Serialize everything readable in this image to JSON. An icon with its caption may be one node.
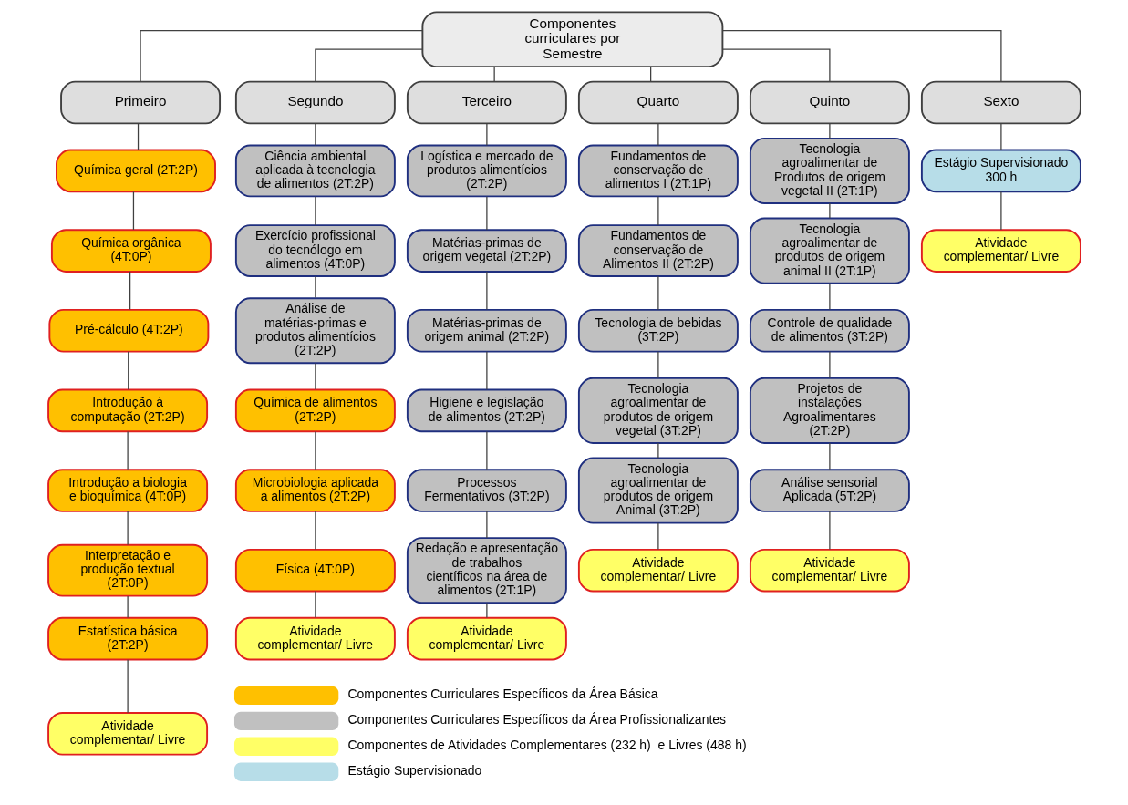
{
  "diagram": {
    "nodes": [
      {
        "text": [
          "Componentes curriculares por Semestre"
        ]
      },
      {
        "text": [
          "Primeiro"
        ]
      },
      {
        "text": [
          "Segundo"
        ]
      },
      {
        "text": [
          "Terceiro"
        ]
      },
      {
        "text": [
          "Quarto"
        ]
      },
      {
        "text": [
          "Quinto"
        ]
      },
      {
        "text": [
          "Sexto"
        ]
      },
      {
        "text": [
          "Química geral (2T:2P)"
        ]
      },
      {
        "text": [
          "Química orgânica (4T:0P)"
        ]
      },
      {
        "text": [
          "Pré-cálculo (4T:2P)"
        ]
      },
      {
        "text": [
          "Introdução à computação (2T:2P)"
        ]
      },
      {
        "text": [
          "Introdução a biologia e bioquímica (4T:0P)"
        ]
      },
      {
        "text": [
          "Interpretação e produção textual (2T:0P)"
        ]
      },
      {
        "text": [
          "Estatística básica (2T:2P)"
        ]
      },
      {
        "text": [
          "Atividade complementar/ Livre"
        ]
      },
      {
        "text": [
          "Ciência ambiental aplicada à tecnologia de alimentos (2T:2P)"
        ]
      },
      {
        "text": [
          "Exercício profissional do tecnólogo em alimentos (4T:0P)"
        ]
      },
      {
        "text": [
          "Análise de matérias-primas e produtos alimentícios (2T:2P)"
        ]
      },
      {
        "text": [
          "Química de alimentos (2T:2P)"
        ]
      },
      {
        "text": [
          "Microbiologia aplicada a alimentos (2T:2P)"
        ]
      },
      {
        "text": [
          "Física (4T:0P)"
        ]
      },
      {
        "text": [
          "Atividade complementar/ Livre"
        ]
      },
      {
        "text": [
          "Logística e mercado de produtos alimentícios (2T:2P)"
        ]
      },
      {
        "text": [
          "Matérias-primas de origem vegetal (2T:2P)"
        ]
      },
      {
        "text": [
          "Matérias-primas de origem animal (2T:2P)"
        ]
      },
      {
        "text": [
          "Higiene e legislação de alimentos (2T:2P)"
        ]
      },
      {
        "text": [
          "Processos Fermentativos (3T:2P)"
        ]
      },
      {
        "text": [
          "Redação e apresentação de trabalhos científicos na área de alimentos (2T:1P)"
        ]
      },
      {
        "text": [
          "Atividade complementar/ Livre"
        ]
      },
      {
        "text": [
          "Fundamentos de conservação de alimentos I (2T:1P)"
        ]
      },
      {
        "text": [
          "Fundamentos de conservação de Alimentos II (2T:2P)"
        ]
      },
      {
        "text": [
          "Tecnologia de bebidas (3T:2P)"
        ]
      },
      {
        "text": [
          "Tecnologia agroalimentar de produtos de origem vegetal (3T:2P)"
        ]
      },
      {
        "text": [
          "Tecnologia agroalimentar de produtos de origem Animal (3T:2P)"
        ]
      },
      {
        "text": [
          "Atividade complementar/ Livre"
        ]
      },
      {
        "text": [
          "Tecnologia agroalimentar de Produtos de origem vegetal II (2T:1P)"
        ]
      },
      {
        "text": [
          "Tecnologia agroalimentar de produtos de origem animal II (2T:1P)"
        ]
      },
      {
        "text": [
          "Controle de qualidade de alimentos (3T:2P)"
        ]
      },
      {
        "text": [
          "Projetos de instalações Agroalimentares (2T:2P)"
        ]
      },
      {
        "text": [
          "Análise sensorial Aplicada (5T:2P)"
        ]
      },
      {
        "text": [
          "Atividade complementar/ Livre"
        ]
      },
      {
        "text": [
          "Estágio Supervisionado 300 h"
        ]
      },
      {
        "text": [
          "Atividade complementar/ Livre"
        ]
      }
    ],
    "edges": [
      {
        "from": 0,
        "to": 1,
        "arrow": "none"
      },
      {
        "from": 0,
        "to": 2,
        "arrow": "none"
      },
      {
        "from": 0,
        "to": 3,
        "arrow": "none"
      },
      {
        "from": 0,
        "to": 4,
        "arrow": "none"
      },
      {
        "from": 0,
        "to": 5,
        "arrow": "none"
      },
      {
        "from": 0,
        "to": 6,
        "arrow": "none"
      },
      {
        "from": 1,
        "to": 7,
        "arrow": "none"
      },
      {
        "from": 7,
        "to": 8,
        "arrow": "none"
      },
      {
        "from": 8,
        "to": 9,
        "arrow": "none"
      },
      {
        "from": 9,
        "to": 10,
        "arrow": "none"
      },
      {
        "from": 10,
        "to": 11,
        "arrow": "none"
      },
      {
        "from": 11,
        "to": 12,
        "arrow": "none"
      },
      {
        "from": 12,
        "to": 13,
        "arrow": "none"
      },
      {
        "from": 13,
        "to": 14,
        "arrow": "none"
      },
      {
        "from": 2,
        "to": 15,
        "arrow": "none"
      },
      {
        "from": 15,
        "to": 16,
        "arrow": "none"
      },
      {
        "from": 16,
        "to": 17,
        "arrow": "none"
      },
      {
        "from": 17,
        "to": 18,
        "arrow": "none"
      },
      {
        "from": 18,
        "to": 19,
        "arrow": "none"
      },
      {
        "from": 19,
        "to": 20,
        "arrow": "none"
      },
      {
        "from": 20,
        "to": 21,
        "arrow": "none"
      },
      {
        "from": 3,
        "to": 22,
        "arrow": "none"
      },
      {
        "from": 22,
        "to": 23,
        "arrow": "none"
      },
      {
        "from": 23,
        "to": 24,
        "arrow": "none"
      },
      {
        "from": 24,
        "to": 25,
        "arrow": "none"
      },
      {
        "from": 25,
        "to": 26,
        "arrow": "none"
      },
      {
        "from": 26,
        "to": 27,
        "arrow": "none"
      },
      {
        "from": 27,
        "to": 28,
        "arrow": "none"
      },
      {
        "from": 4,
        "to": 29,
        "arrow": "none"
      },
      {
        "from": 29,
        "to": 30,
        "arrow": "none"
      },
      {
        "from": 30,
        "to": 31,
        "arrow": "none"
      },
      {
        "from": 31,
        "to": 32,
        "arrow": "none"
      },
      {
        "from": 32,
        "to": 33,
        "arrow": "none"
      },
      {
        "from": 33,
        "to": 34,
        "arrow": "none"
      },
      {
        "from": 5,
        "to": 35,
        "arrow": "none"
      },
      {
        "from": 35,
        "to": 36,
        "arrow": "none"
      },
      {
        "from": 36,
        "to": 37,
        "arrow": "none"
      },
      {
        "from": 37,
        "to": 38,
        "arrow": "none"
      },
      {
        "from": 38,
        "to": 39,
        "arrow": "none"
      },
      {
        "from": 39,
        "to": 40,
        "arrow": "none"
      },
      {
        "from": 6,
        "to": 41,
        "arrow": "none"
      },
      {
        "from": 41,
        "to": 42,
        "arrow": "none"
      }
    ],
    "legend": [
      {
        "text": "Componentes Curriculares Específicos da Área Básica",
        "color": "#ffc000"
      },
      {
        "text": "Componentes Curriculares Específicos da Área Profissionalizantes",
        "color": "#c0c0c0"
      },
      {
        "text": "Componentes de Atividades Complementares (232 h)  e Livres (488 h)",
        "color": "#ffff66"
      },
      {
        "text": "Estágio Supervisionado",
        "color": "#b7dde8"
      }
    ]
  }
}
